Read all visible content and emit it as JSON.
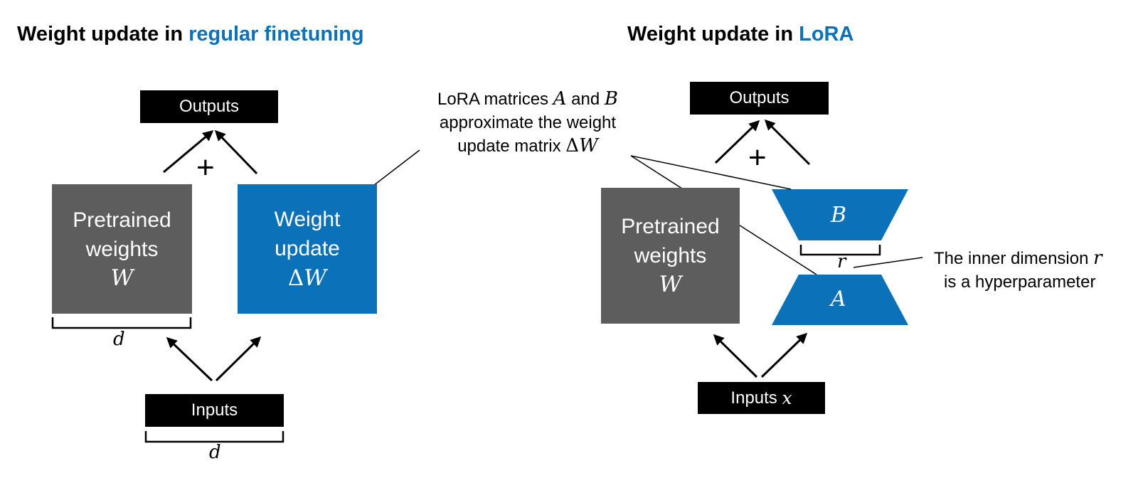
{
  "left_panel": {
    "title_prefix": "Weight update in ",
    "title_accent": "regular finetuning",
    "outputs_label": "Outputs",
    "inputs_label": "Inputs",
    "plus": "+",
    "pretrained": {
      "line1": "Pretrained",
      "line2": "weights",
      "symbol": "W"
    },
    "update": {
      "line1": "Weight",
      "line2": "update",
      "delta": "Δ",
      "symbol": "W"
    },
    "dim_weights": "d",
    "dim_inputs": "d"
  },
  "right_panel": {
    "title_prefix": "Weight update in ",
    "title_accent": "LoRA",
    "outputs_label": "Outputs",
    "inputs_prefix": "Inputs ",
    "inputs_symbol": "x",
    "plus": "+",
    "pretrained": {
      "line1": "Pretrained",
      "line2": "weights",
      "symbol": "W"
    },
    "matrix_b": "B",
    "matrix_a": "A",
    "dim_r": "r"
  },
  "annotations": {
    "lora_note": {
      "line1_prefix": "LoRA matrices ",
      "line1_a": "A",
      "line1_mid": " and ",
      "line1_b": "B",
      "line2": "approximate the weight",
      "line3_prefix": "update matrix ",
      "line3_delta": "Δ",
      "line3_w": "W"
    },
    "rank_note": {
      "line1_prefix": "The inner dimension ",
      "line1_r": "r",
      "line2": "is a hyperparameter"
    }
  },
  "colors": {
    "accent": "#0b72b9",
    "pretrained_gray": "#5d5d5d",
    "io_black": "#000000"
  }
}
